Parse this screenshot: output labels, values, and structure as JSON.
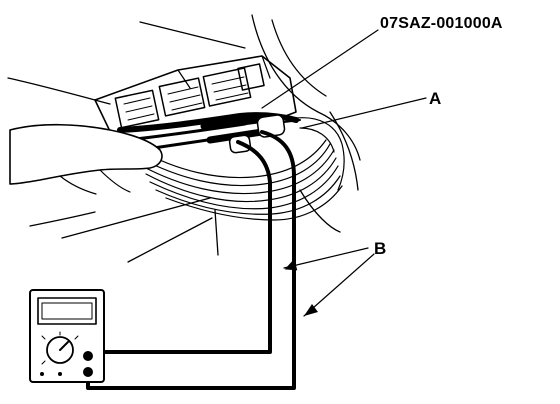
{
  "callouts": {
    "tool_number": "07SAZ-001000A",
    "label_a": "A",
    "label_b": "B"
  },
  "colors": {
    "ink": "#000000",
    "paper": "#ffffff"
  }
}
